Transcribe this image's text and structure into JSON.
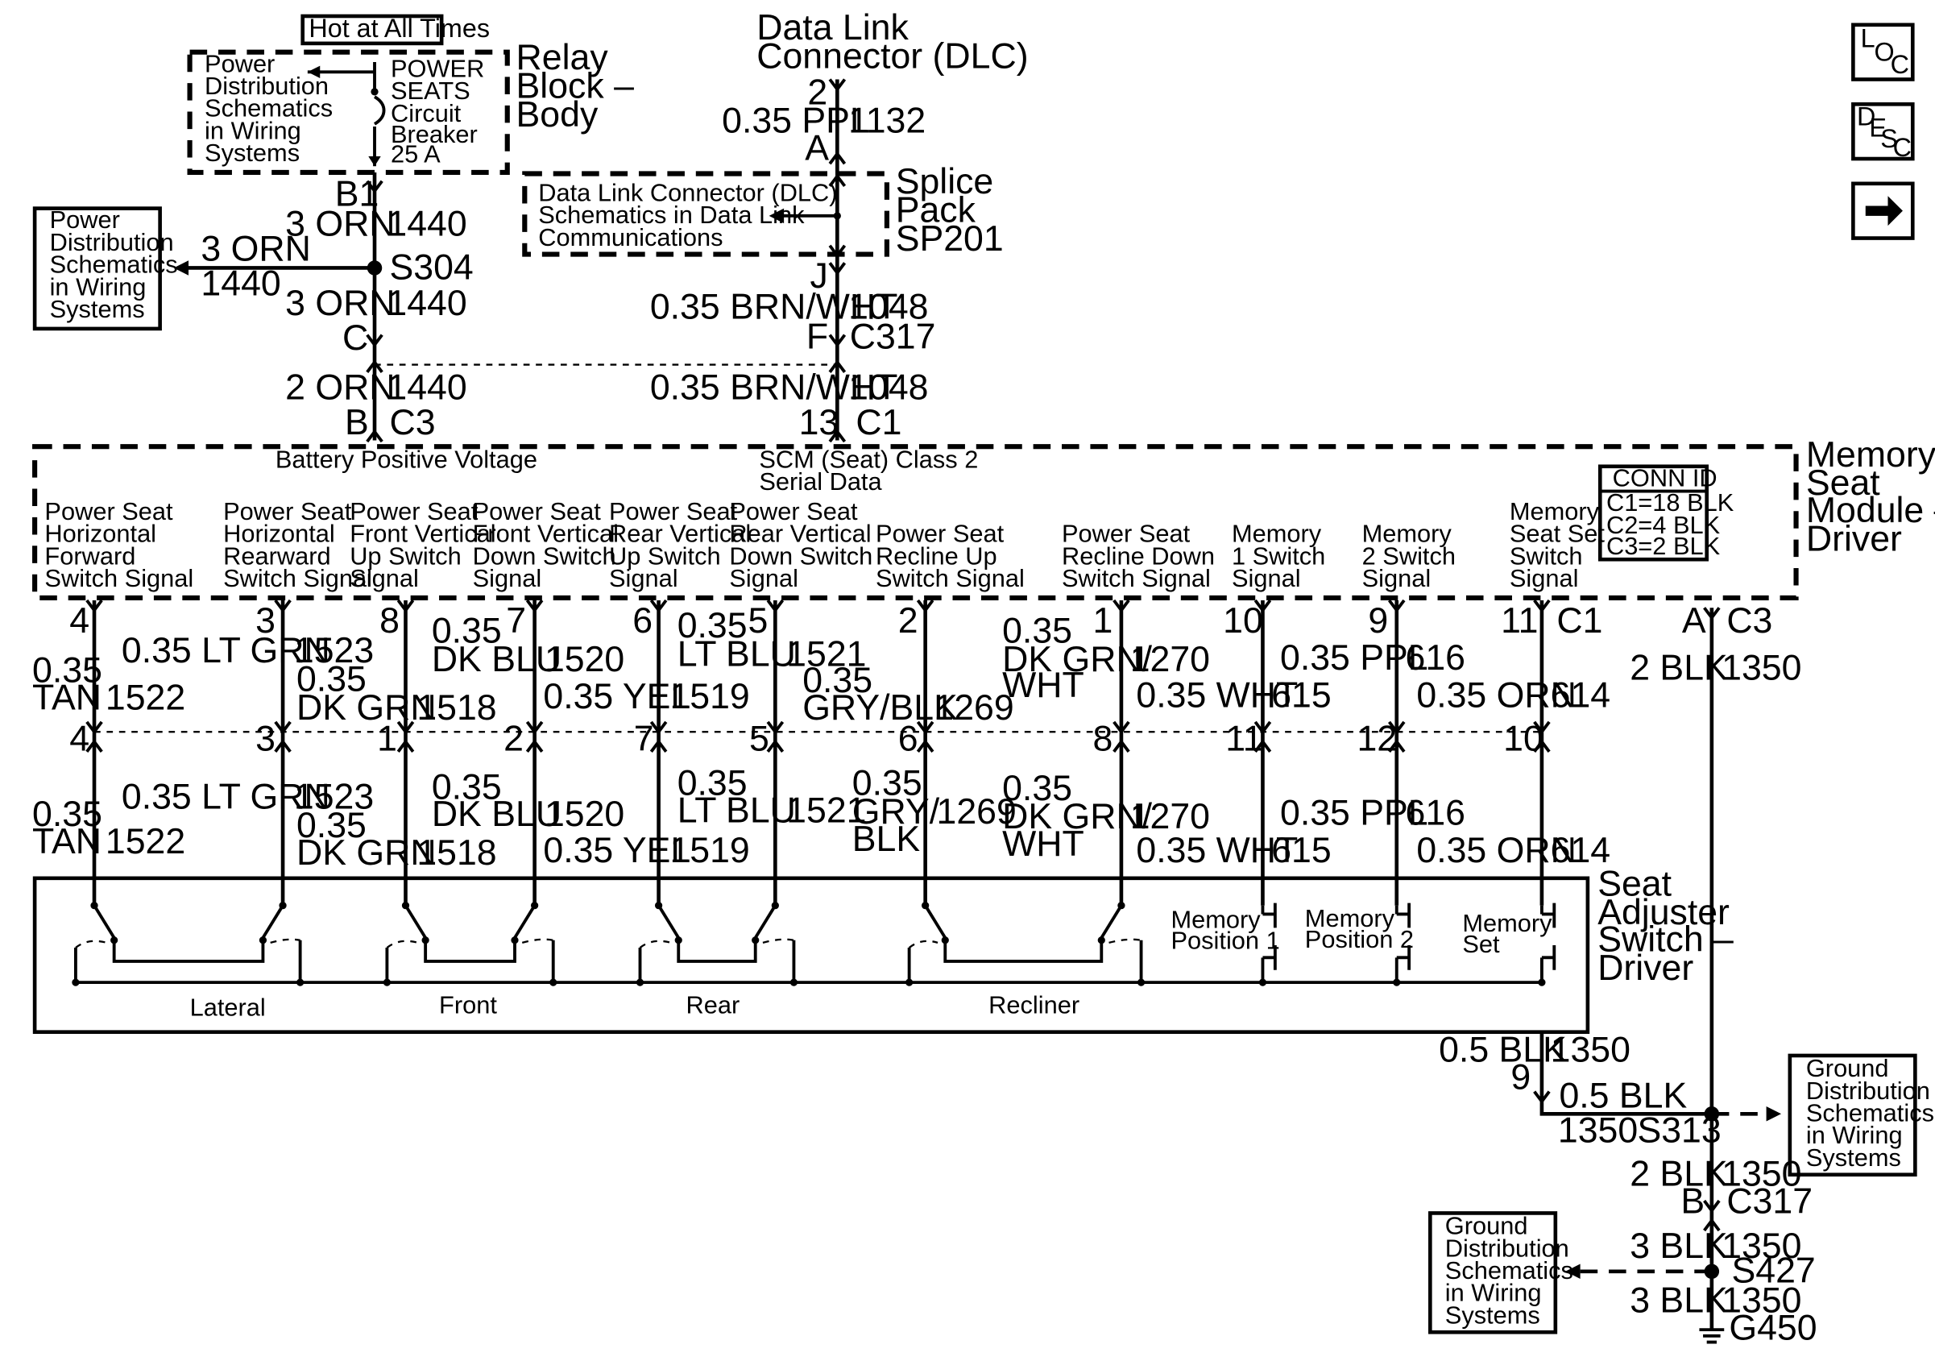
{
  "nav": {
    "loc_icon": "loc-icon",
    "desc_icon": "desc-icon",
    "next_icon": "arrow-right-icon",
    "loc": {
      "a": "L",
      "b": "O",
      "c": "C"
    },
    "desc": {
      "a": "D",
      "b": "E",
      "c": "S",
      "d": "C"
    }
  },
  "top": {
    "hot_label": "Hot at All Times",
    "pd_left": [
      "Power",
      "Distribution",
      "Schematics",
      "in Wiring",
      "Systems"
    ],
    "breaker": [
      "POWER",
      "SEATS",
      "Circuit",
      "Breaker",
      "25 A"
    ],
    "relay_block": [
      "Relay",
      "Block –",
      "Body"
    ],
    "b1": "B1",
    "w_3orn_a": "3 ORN",
    "c1440_a": "1440",
    "pd_box2": [
      "Power",
      "Distribution",
      "Schematics",
      "in Wiring",
      "Systems"
    ],
    "w_3orn_left": "3 ORN",
    "c1440_left": "1440",
    "s304": "S304",
    "w_3orn_b": "3 ORN",
    "c1440_b": "1440",
    "pin_c": "C",
    "w_2orn": "2 ORN",
    "c1440_c": "1440",
    "pin_b": "B",
    "c3": "C3"
  },
  "dlc": {
    "title": [
      "Data Link",
      "Connector (DLC)"
    ],
    "pin2": "2",
    "w_ppl": "0.35 PPL",
    "c1132": "1132",
    "pin_a": "A",
    "splice_box": [
      "Data Link Connector (DLC)",
      "Schematics in Data Link",
      "Communications"
    ],
    "splice_label": [
      "Splice",
      "Pack",
      "SP201"
    ],
    "pin_j": "J",
    "w_brnwht_a": "0.35 BRN/WHT",
    "c1048_a": "1048",
    "pin_f": "F",
    "c317": "C317",
    "w_brnwht_b": "0.35 BRN/WHT",
    "c1048_b": "1048",
    "pin13": "13",
    "c1": "C1"
  },
  "module": {
    "name": [
      "Memory",
      "Seat",
      "Module –",
      "Driver"
    ],
    "bpv": "Battery Positive Voltage",
    "serial": [
      "SCM (Seat) Class 2",
      "Serial Data"
    ],
    "conn_id_title": "CONN ID",
    "conn_ids": [
      "C1=18 BLK",
      "C2=4 BLK",
      "C3=2 BLK"
    ],
    "signals": [
      [
        "Power Seat",
        "Horizontal",
        "Forward",
        "Switch Signal"
      ],
      [
        "Power Seat",
        "Horizontal",
        "Rearward",
        "Switch Signal"
      ],
      [
        "Power Seat",
        "Front Vertical",
        "Up Switch",
        "Signal"
      ],
      [
        "Power Seat",
        "Front Vertical",
        "Down Switch",
        "Signal"
      ],
      [
        "Power Seat",
        "Rear Vertical",
        "Up Switch",
        "Signal"
      ],
      [
        "Power Seat",
        "Rear Vertical",
        "Down Switch",
        "Signal"
      ],
      [
        "Power Seat",
        "Recline Up",
        "Switch Signal"
      ],
      [
        "Power Seat",
        "Recline Down",
        "Switch Signal"
      ],
      [
        "Memory",
        "1 Switch",
        "Signal"
      ],
      [
        "Memory",
        "2 Switch",
        "Signal"
      ],
      [
        "Memory",
        "Seat Set",
        "Switch",
        "Signal"
      ]
    ]
  },
  "harness_upper": {
    "pins": [
      "4",
      "3",
      "8",
      "7",
      "6",
      "5",
      "2",
      "1",
      "10",
      "9",
      "11"
    ],
    "c1": "C1",
    "pin_a": "A",
    "c3": "C3",
    "w1": [
      "0.35",
      "TAN"
    ],
    "n1": "1522",
    "w2": "0.35 LT GRN",
    "n2": "1523",
    "w3": [
      "0.35",
      "DK GRN"
    ],
    "n3": "1518",
    "w4": [
      "0.35",
      "DK BLU"
    ],
    "n4": "1520",
    "w5": "0.35 YEL",
    "n5": "1519",
    "w6": [
      "0.35",
      "LT BLU"
    ],
    "n6": "1521",
    "w7": [
      "0.35",
      "GRY/BLK"
    ],
    "n7": "1269",
    "w8": [
      "0.35",
      "DK GRN/",
      "WHT"
    ],
    "n8": "1270",
    "w9": "0.35 WHT",
    "n9": "615",
    "w10": "0.35 PPL",
    "n10": "616",
    "w11": "0.35 ORN",
    "n11": "614",
    "w_2blk": "2 BLK",
    "c1350": "1350"
  },
  "harness_lower": {
    "pins": [
      "4",
      "3",
      "1",
      "2",
      "7",
      "5",
      "6",
      "8",
      "11",
      "12",
      "10"
    ],
    "w1": [
      "0.35",
      "TAN"
    ],
    "n1": "1522",
    "w2": "0.35 LT GRN",
    "n2": "1523",
    "w3": [
      "0.35",
      "DK GRN"
    ],
    "n3": "1518",
    "w4": [
      "0.35",
      "DK BLU"
    ],
    "n4": "1520",
    "w5": "0.35 YEL",
    "n5": "1519",
    "w6": [
      "0.35",
      "LT BLU"
    ],
    "n6": "1521",
    "w7": [
      "0.35",
      "GRY/",
      "BLK"
    ],
    "n7": "1269",
    "w8": [
      "0.35",
      "DK GRN/",
      "WHT"
    ],
    "n8": "1270",
    "w9": "0.35 WHT",
    "n9": "615",
    "w10": "0.35 PPL",
    "n10": "616",
    "w11": "0.35 ORN",
    "n11": "614"
  },
  "switch": {
    "name": [
      "Seat",
      "Adjuster",
      "Switch –",
      "Driver"
    ],
    "groups": [
      "Lateral",
      "Front",
      "Rear",
      "Recliner"
    ],
    "mem1": [
      "Memory",
      "Position 1"
    ],
    "mem2": [
      "Memory",
      "Position 2"
    ],
    "mem_set": [
      "Memory",
      "Set"
    ]
  },
  "ground": {
    "w_05blk": "0.5 BLK",
    "c1350_a": "1350",
    "pin9": "9",
    "w_05blk_b": "0.5 BLK",
    "c1350_b": "1350",
    "s313": "S313",
    "gd_box1": [
      "Ground",
      "Distribution",
      "Schematics",
      "in Wiring",
      "Systems"
    ],
    "w_2blk": "2 BLK",
    "c1350_c": "1350",
    "pin_b": "B",
    "c317": "C317",
    "w_3blk_a": "3 BLK",
    "c1350_d": "1350",
    "s427": "S427",
    "gd_box2": [
      "Ground",
      "Distribution",
      "Schematics",
      "in Wiring",
      "Systems"
    ],
    "w_3blk_b": "3 BLK",
    "c1350_e": "1350",
    "g450": "G450"
  }
}
